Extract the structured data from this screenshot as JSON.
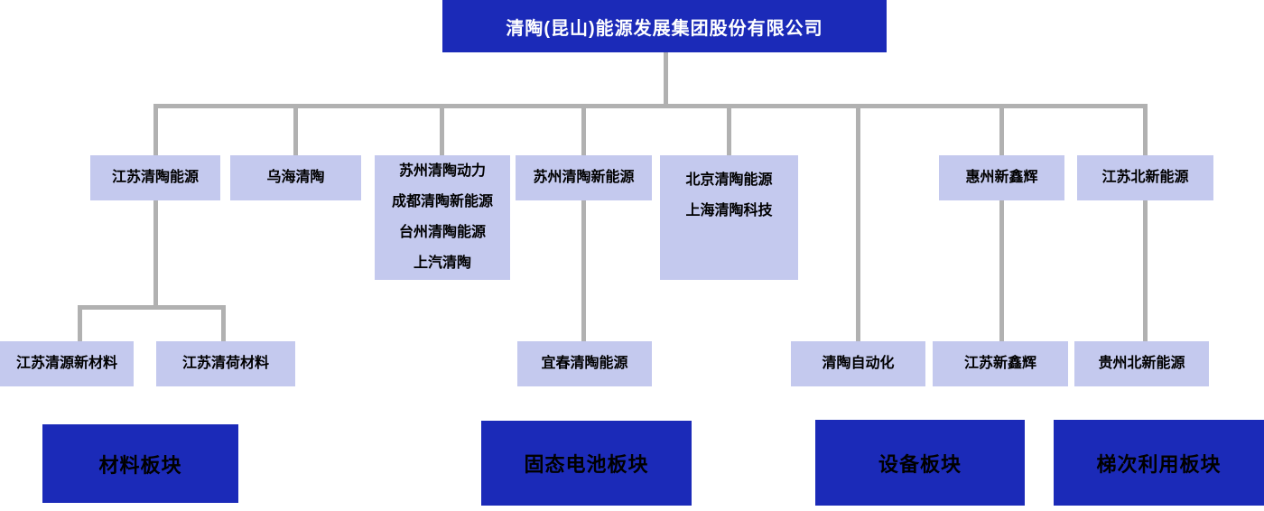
{
  "org_chart": {
    "root": {
      "label": "清陶(昆山)能源发展集团股份有限公司"
    },
    "subsidiaries": {
      "jiangsu_qingtao_energy": "江苏清陶能源",
      "wuhai_qingtao": "乌海清陶",
      "power_group_lines": [
        "苏州清陶动力",
        "成都清陶新能源",
        "台州清陶能源",
        "上汽清陶"
      ],
      "suzhou_qingtao_new_energy": "苏州清陶新能源",
      "beijing_shanghai_group_lines": [
        "北京清陶能源",
        "上海清陶科技"
      ],
      "huizhou_xinxinhui": "惠州新鑫辉",
      "jiangsu_beixin_energy": "江苏北新能源"
    },
    "sub_subsidiaries": {
      "jiangsu_qingyuan_new_materials": "江苏清源新材料",
      "jiangsu_qinghe_materials": "江苏清荷材料",
      "yichun_qingtao_energy": "宜春清陶能源",
      "qingtao_automation": "清陶自动化",
      "jiangsu_xinxinhui": "江苏新鑫辉",
      "guizhou_beixin_energy": "贵州北新能源"
    },
    "segments": {
      "materials": "材料板块",
      "solid_state_battery": "固态电池板块",
      "equipment": "设备板块",
      "cascade_utilization": "梯次利用板块"
    },
    "colors": {
      "primary_blue": "#1b2ab8",
      "node_lavender": "#c4c9ee",
      "connector_gray": "#b1b1b1",
      "root_text": "#ffffff",
      "node_text": "#000000"
    }
  }
}
